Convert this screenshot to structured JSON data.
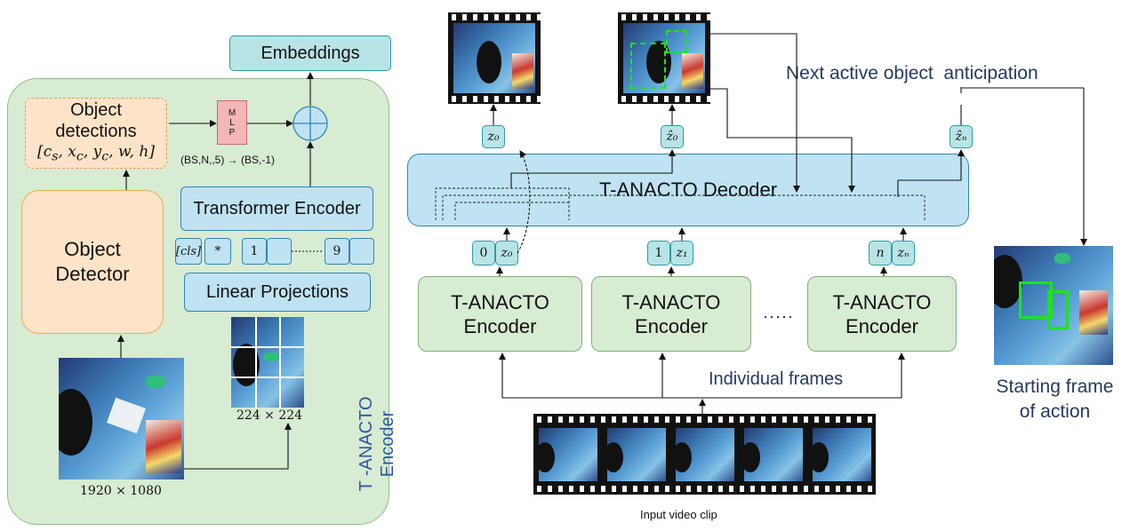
{
  "left_panel": {
    "encoder_label": "T -ANACTO\nEncoder",
    "embeddings": "Embeddings",
    "object_detections": [
      "Object",
      "detections"
    ],
    "bbox_vector": "[c_s, x_c, y_c, w, h]",
    "mlp": [
      "M",
      "L",
      "P"
    ],
    "reshape": "(BS,N,,5) → (BS,-1)",
    "transformer_encoder": "Transformer Encoder",
    "object_detector": [
      "Object",
      "Detector"
    ],
    "tokens": [
      "[cls]",
      "*",
      "1",
      "9"
    ],
    "linear_projections": "Linear Projections",
    "patch_size": "224 × 224",
    "image_size": "1920 × 1080"
  },
  "right_panel": {
    "decoder": "T-ANACTO Decoder",
    "outputs": [
      "z₀",
      "ẑ₀",
      "ẑₙ"
    ],
    "inputs": [
      [
        "0",
        "z₀"
      ],
      [
        "1",
        "z₁"
      ],
      [
        "n",
        "zₙ"
      ]
    ],
    "encoder": [
      "T-ANACTO",
      "Encoder"
    ],
    "dots": "·····",
    "individual_frames": "Individual frames",
    "input_clip": "Input video clip",
    "next_active": "Next active object  anticipation",
    "starting_frame": [
      "Starting frame",
      "of action"
    ]
  },
  "colors": {
    "green_panel": "#d8ebd3",
    "blue_box": "#bfe3f3",
    "orange_box": "#fde3c8",
    "teal_box": "#b8e4e6",
    "mlp_pink": "#f4b6b6",
    "highlight_green": "#19e619"
  }
}
